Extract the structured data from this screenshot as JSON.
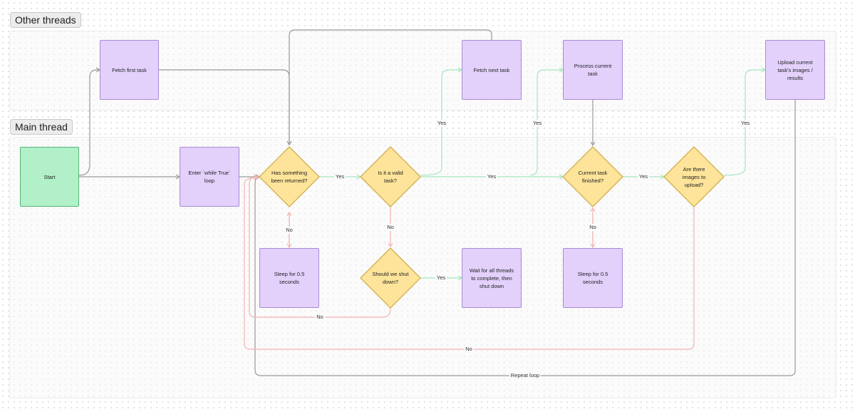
{
  "sections": {
    "other_threads": "Other threads",
    "main_thread": "Main thread"
  },
  "nodes": {
    "start": "Start",
    "fetch_first_task": "Fetch first task",
    "enter_loop": "Enter `while True` loop",
    "has_returned": "Has something been returned?",
    "sleep_1": "Sleep for 0.5 seconds",
    "valid_task": "Is it a valid task?",
    "shut_down_q": "Should we shut down?",
    "wait_threads": "Wait for all threads to complete, then shut down",
    "fetch_next_task": "Fetch next task",
    "process_task": "Process current task",
    "task_finished": "Current task finished?",
    "sleep_2": "Sleep for 0.5 seconds",
    "images_q": "Are there images to upload?",
    "upload": "Upload current task's images / results"
  },
  "edge_labels": {
    "yes_returned": "Yes",
    "no_returned": "No",
    "yes_valid": "Yes",
    "no_valid": "No",
    "yes_shutdown": "Yes",
    "no_shutdown": "No",
    "yes_fetch_next": "Yes",
    "yes_process": "Yes",
    "yes_finished": "Yes",
    "no_finished": "No",
    "yes_upload": "Yes",
    "no_images": "No",
    "repeat_loop": "Repeat loop"
  },
  "colors": {
    "process_fill": "#e3d0fb",
    "start_fill": "#b1f0c8",
    "decision_fill": "#fde49a",
    "edge_gray": "#9a9a9a",
    "edge_yes": "#a6e6bd",
    "edge_no": "#f2b4b2"
  }
}
